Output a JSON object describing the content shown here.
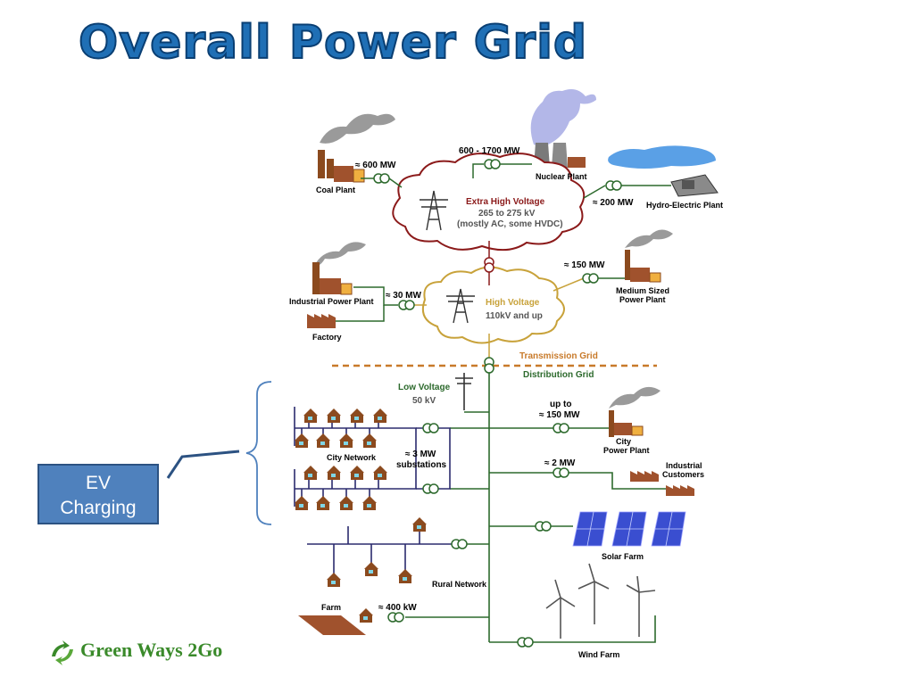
{
  "title": "Overall Power Grid",
  "ev_box": {
    "line1": "EV",
    "line2": "Charging"
  },
  "logo": {
    "text": "Green Ways 2Go"
  },
  "labels": {
    "coal_mw": "≈ 600  MW",
    "coal_plant": "Coal Plant",
    "nuclear_mw": "600 - 1700  MW",
    "nuclear_plant": "Nuclear Plant",
    "hydro_mw": "≈ 200  MW",
    "hydro_plant": "Hydro-Electric Plant",
    "ehv_title": "Extra High Voltage",
    "ehv_range": "265 to 275 kV",
    "ehv_note": "(mostly AC, some HVDC)",
    "industrial_plant": "Industrial Power Plant",
    "industrial_mw": "≈ 30 MW",
    "factory": "Factory",
    "hv_title": "High Voltage",
    "hv_range": "110kV and up",
    "medium_mw": "≈ 150  MW",
    "medium_plant_1": "Medium Sized",
    "medium_plant_2": "Power Plant",
    "transmission_grid": "Transmission Grid",
    "distribution_grid": "Distribution Grid",
    "lv_title": "Low Voltage",
    "lv_range": "50 kV",
    "city_network": "City Network",
    "substations_1": "≈ 3  MW",
    "substations_2": "substations",
    "city_up_to": "up to",
    "city_mw": "≈ 150  MW",
    "city_plant_1": "City",
    "city_plant_2": "Power Plant",
    "industrial_cust_mw": "≈ 2  MW",
    "industrial_cust_1": "Industrial",
    "industrial_cust_2": "Customers",
    "solar_farm": "Solar Farm",
    "rural_network": "Rural Network",
    "farm": "Farm",
    "farm_kw": "≈ 400 kW",
    "wind_farm": "Wind Farm"
  },
  "colors": {
    "ehv_line": "#8b1a1a",
    "hv_line": "#c8a23a",
    "transmission": "#c87a2a",
    "distribution": "#2d6a2d",
    "network": "#2b2b6e",
    "title": "#1f6fb5"
  }
}
